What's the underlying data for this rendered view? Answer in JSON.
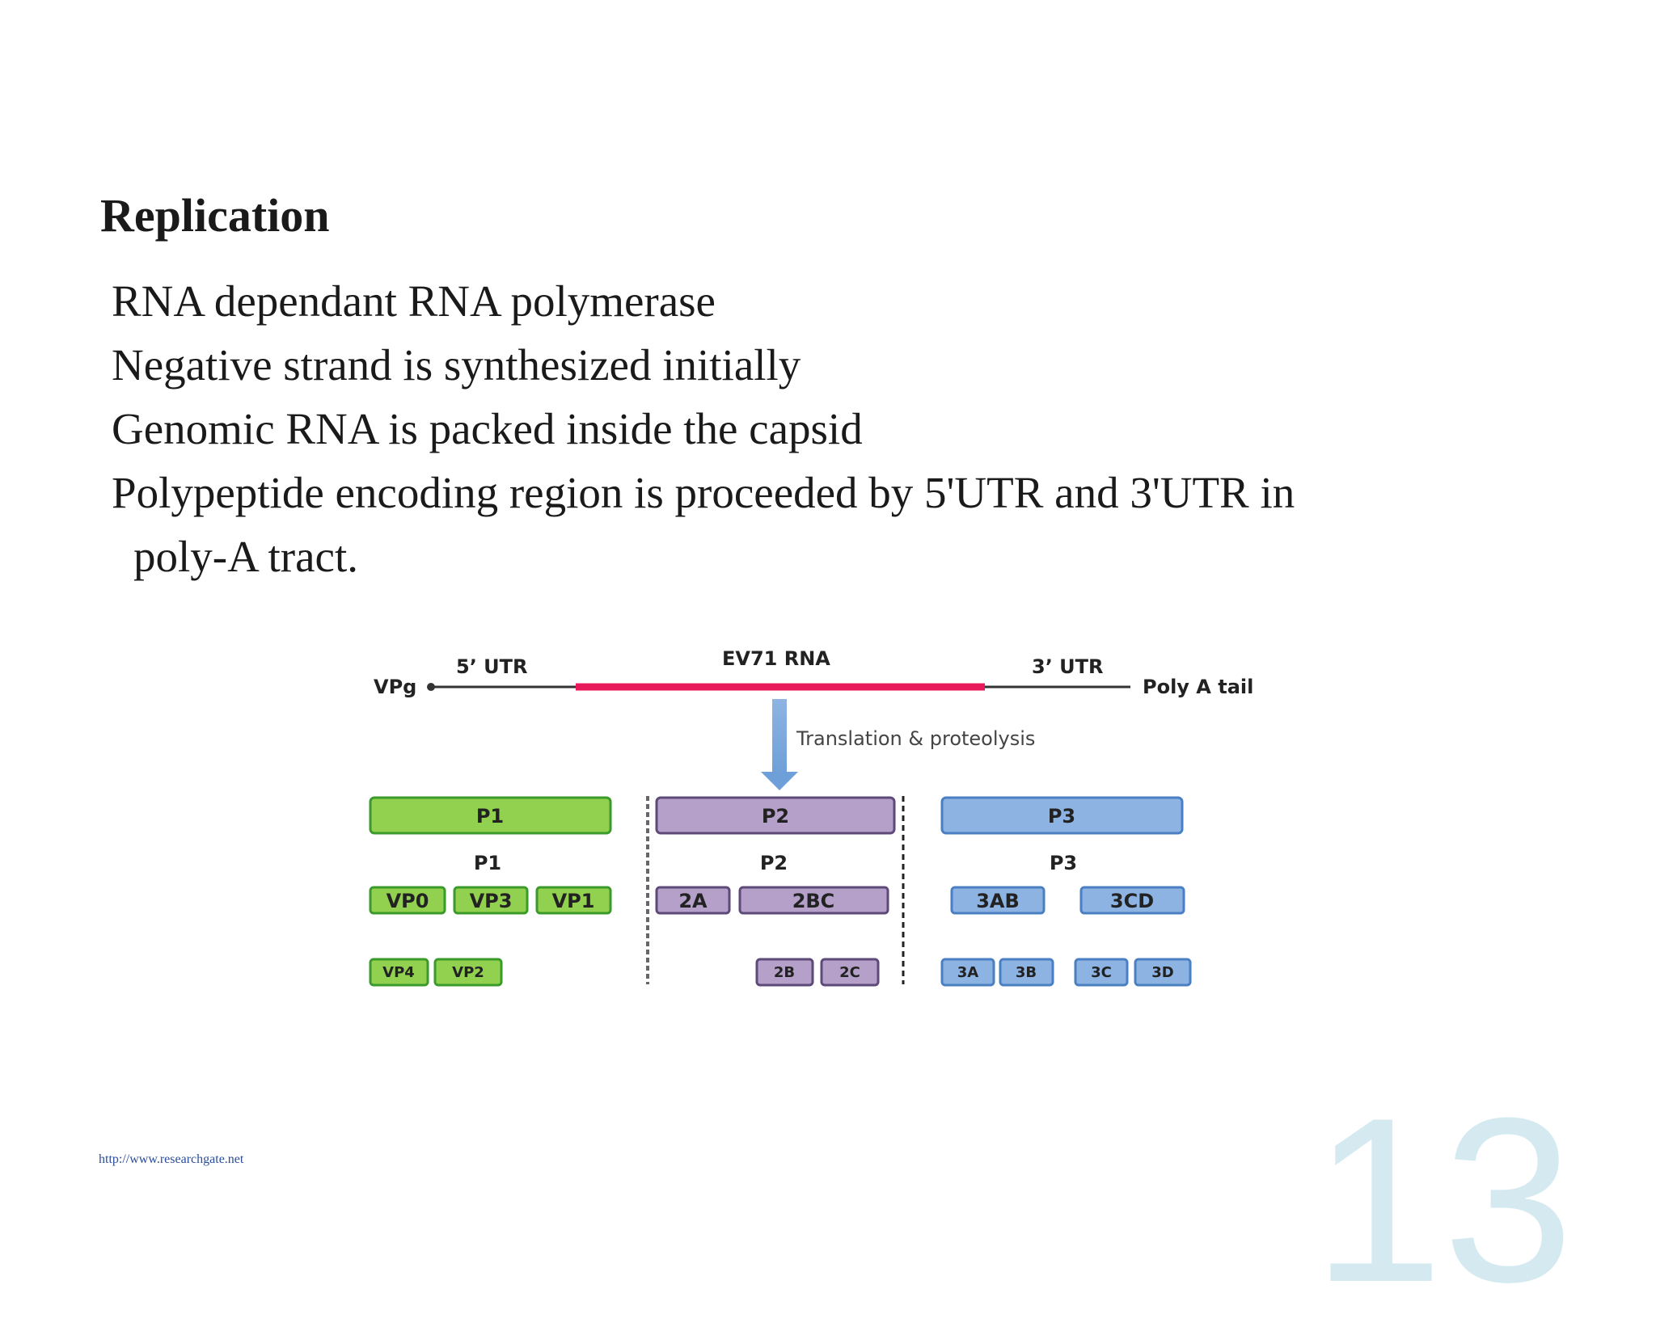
{
  "slide": {
    "title": "Replication",
    "bullets": [
      "RNA dependant RNA polymerase",
      "Negative strand is synthesized initially",
      "Genomic RNA is packed inside the capsid",
      "Polypeptide encoding region is proceeded by 5'UTR and 3'UTR in",
      "poly-A tract."
    ],
    "source": "http://www.researchgate.net",
    "page_number": "13"
  },
  "diagram": {
    "labels": {
      "vpg": "VPg",
      "utr5": "5’ UTR",
      "rna": "EV71 RNA",
      "utr3": "3’ UTR",
      "polya": "Poly A tail",
      "arrow": "Translation & proteolysis"
    },
    "p1": {
      "block": "P1",
      "header": "P1",
      "mid": [
        "VP0",
        "VP3",
        "VP1"
      ],
      "small": [
        "VP4",
        "VP2"
      ]
    },
    "p2": {
      "block": "P2",
      "header": "P2",
      "mid": [
        "2A",
        "2BC"
      ],
      "small": [
        "2B",
        "2C"
      ]
    },
    "p3": {
      "block": "P3",
      "header": "P3",
      "mid": [
        "3AB",
        "3CD"
      ],
      "small": [
        "3A",
        "3B",
        "3C",
        "3D"
      ]
    },
    "colors": {
      "rna": "#e8195a",
      "line": "#333333",
      "arrow": "#8db4e2",
      "p1_fill": "#92d050",
      "p1_stroke": "#3a9a2a",
      "p2_fill": "#b4a0c8",
      "p2_stroke": "#5e4a78",
      "p3_fill": "#8db3e2",
      "p3_stroke": "#4a7fc1"
    }
  }
}
